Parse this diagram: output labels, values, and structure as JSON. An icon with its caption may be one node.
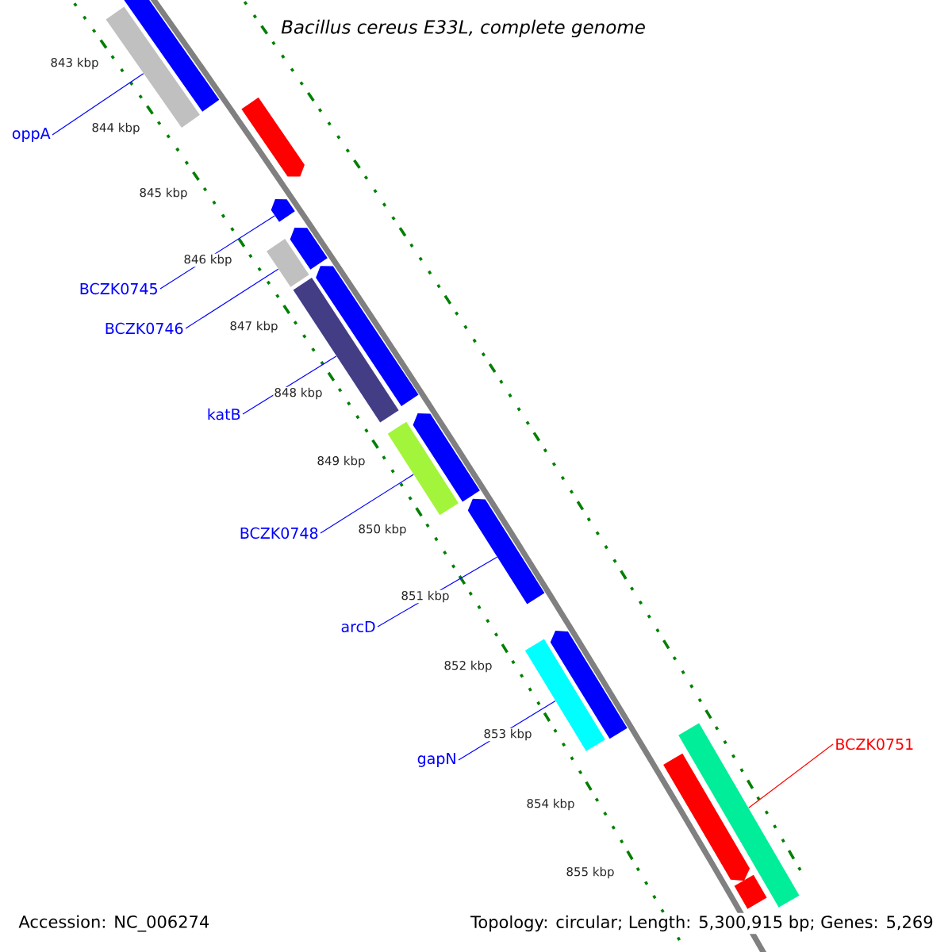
{
  "diagram": {
    "title": "Bacillus cereus E33L, complete genome",
    "nodes": [
      {
        "text": [],
        "shape": "bar"
      },
      {
        "text": [],
        "shape": "bar"
      },
      {
        "text": [],
        "shape": "arrow"
      },
      {
        "text": [],
        "shape": "arrow"
      },
      {
        "text": [],
        "shape": "arrow"
      },
      {
        "text": [],
        "shape": "bar"
      },
      {
        "text": [],
        "shape": "bar"
      },
      {
        "text": [],
        "shape": "arrow"
      },
      {
        "text": [],
        "shape": "bar"
      },
      {
        "text": [],
        "shape": "arrow"
      },
      {
        "text": [],
        "shape": "arrow"
      },
      {
        "text": [],
        "shape": "bar"
      },
      {
        "text": [],
        "shape": "arrow"
      },
      {
        "text": [],
        "shape": "arrow"
      },
      {
        "text": [],
        "shape": "bar"
      },
      {
        "text": [],
        "shape": "bar"
      },
      {
        "text": [
          "oppA"
        ]
      },
      {
        "text": [
          "BCZK0745"
        ]
      },
      {
        "text": [
          "BCZK0746"
        ]
      },
      {
        "text": [
          "katB"
        ]
      },
      {
        "text": [
          "BCZK0748"
        ]
      },
      {
        "text": [
          "arcD"
        ]
      },
      {
        "text": [
          "gapN"
        ]
      },
      {
        "text": [
          "BCZK0751"
        ]
      }
    ],
    "edges": [
      {
        "from": 16,
        "to": 0,
        "arrow": "none"
      },
      {
        "from": 17,
        "to": 3,
        "arrow": "none"
      },
      {
        "from": 18,
        "to": 5,
        "arrow": "none"
      },
      {
        "from": 19,
        "to": 6,
        "arrow": "none"
      },
      {
        "from": 20,
        "to": 8,
        "arrow": "none"
      },
      {
        "from": 21,
        "to": 10,
        "arrow": "none"
      },
      {
        "from": 22,
        "to": 11,
        "arrow": "none"
      },
      {
        "from": 23,
        "to": 15,
        "arrow": "none",
        "color": "#ff0000"
      }
    ],
    "labels": [
      "843 kbp",
      "844 kbp",
      "845 kbp",
      "846 kbp",
      "847 kbp",
      "848 kbp",
      "849 kbp",
      "850 kbp",
      "851 kbp",
      "852 kbp",
      "853 kbp",
      "854 kbp",
      "855 kbp",
      "Accession: NC_006274",
      "Topology: circular; Length: 5,300,915 bp; Genes: 5,269"
    ]
  }
}
